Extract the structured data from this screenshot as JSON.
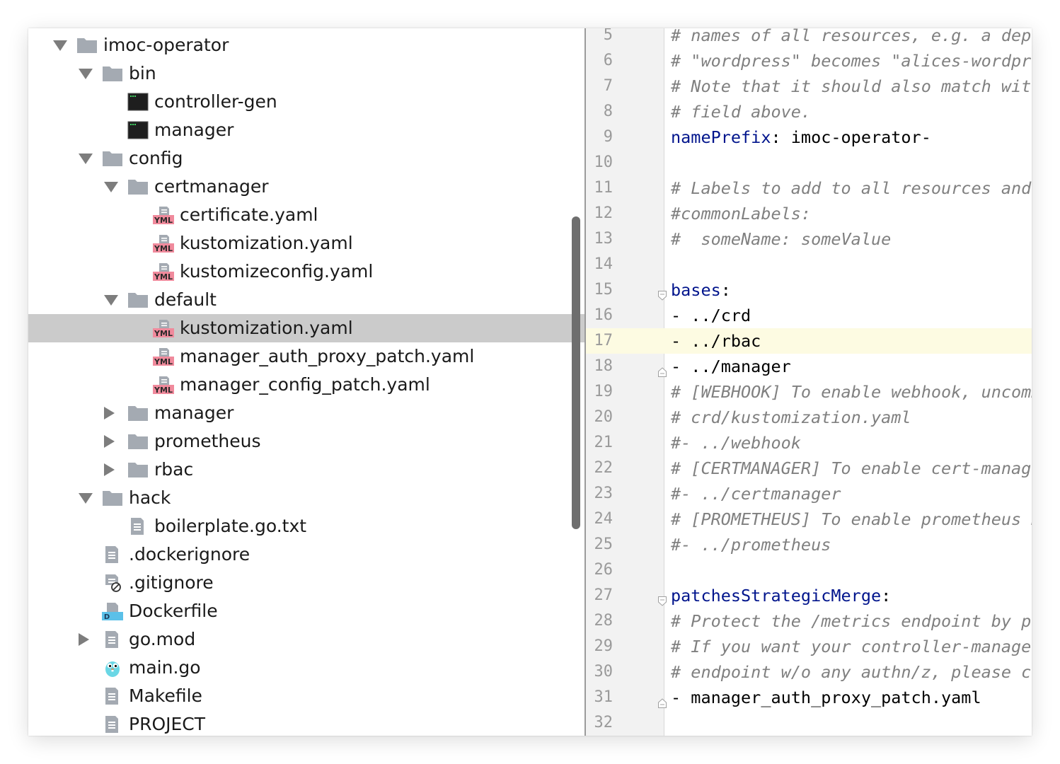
{
  "tree": {
    "items": [
      {
        "label": "imoc-operator",
        "type": "folder",
        "depth": 0,
        "arrow": "down"
      },
      {
        "label": "bin",
        "type": "folder",
        "depth": 1,
        "arrow": "down"
      },
      {
        "label": "controller-gen",
        "type": "exec",
        "depth": 2,
        "arrow": ""
      },
      {
        "label": "manager",
        "type": "exec",
        "depth": 2,
        "arrow": ""
      },
      {
        "label": "config",
        "type": "folder",
        "depth": 1,
        "arrow": "down"
      },
      {
        "label": "certmanager",
        "type": "folder",
        "depth": 2,
        "arrow": "down"
      },
      {
        "label": "certificate.yaml",
        "type": "yaml",
        "depth": 3,
        "arrow": ""
      },
      {
        "label": "kustomization.yaml",
        "type": "yaml",
        "depth": 3,
        "arrow": ""
      },
      {
        "label": "kustomizeconfig.yaml",
        "type": "yaml",
        "depth": 3,
        "arrow": ""
      },
      {
        "label": "default",
        "type": "folder",
        "depth": 2,
        "arrow": "down"
      },
      {
        "label": "kustomization.yaml",
        "type": "yaml",
        "depth": 3,
        "arrow": "",
        "selected": true
      },
      {
        "label": "manager_auth_proxy_patch.yaml",
        "type": "yaml",
        "depth": 3,
        "arrow": ""
      },
      {
        "label": "manager_config_patch.yaml",
        "type": "yaml",
        "depth": 3,
        "arrow": ""
      },
      {
        "label": "manager",
        "type": "folder",
        "depth": 2,
        "arrow": "right"
      },
      {
        "label": "prometheus",
        "type": "folder",
        "depth": 2,
        "arrow": "right"
      },
      {
        "label": "rbac",
        "type": "folder",
        "depth": 2,
        "arrow": "right"
      },
      {
        "label": "hack",
        "type": "folder",
        "depth": 1,
        "arrow": "down"
      },
      {
        "label": "boilerplate.go.txt",
        "type": "text",
        "depth": 2,
        "arrow": ""
      },
      {
        "label": ".dockerignore",
        "type": "text",
        "depth": 1,
        "arrow": ""
      },
      {
        "label": ".gitignore",
        "type": "ignore",
        "depth": 1,
        "arrow": ""
      },
      {
        "label": "Dockerfile",
        "type": "docker",
        "depth": 1,
        "arrow": ""
      },
      {
        "label": "go.mod",
        "type": "text",
        "depth": 1,
        "arrow": "right"
      },
      {
        "label": "main.go",
        "type": "go",
        "depth": 1,
        "arrow": ""
      },
      {
        "label": "Makefile",
        "type": "text",
        "depth": 1,
        "arrow": ""
      },
      {
        "label": "PROJECT",
        "type": "text",
        "depth": 1,
        "arrow": ""
      }
    ],
    "yml_badge": "YML",
    "docker_badge": "D"
  },
  "editor": {
    "current_line": 17,
    "lines": [
      {
        "num": "5",
        "parts": [
          {
            "t": "# names of all resources, e.g. a depl",
            "c": "comment"
          }
        ]
      },
      {
        "num": "6",
        "parts": [
          {
            "t": "# \"wordpress\" becomes \"alices-wordpre",
            "c": "comment"
          }
        ]
      },
      {
        "num": "7",
        "parts": [
          {
            "t": "# Note that it should also match with",
            "c": "comment"
          }
        ]
      },
      {
        "num": "8",
        "parts": [
          {
            "t": "# field above.",
            "c": "comment"
          }
        ]
      },
      {
        "num": "9",
        "parts": [
          {
            "t": "namePrefix",
            "c": "key"
          },
          {
            "t": ": ",
            "c": "punc"
          },
          {
            "t": "imoc-operator-",
            "c": "val"
          }
        ]
      },
      {
        "num": "10",
        "parts": []
      },
      {
        "num": "11",
        "parts": [
          {
            "t": "# Labels to add to all resources and",
            "c": "comment"
          }
        ]
      },
      {
        "num": "12",
        "parts": [
          {
            "t": "#commonLabels:",
            "c": "comment"
          }
        ]
      },
      {
        "num": "13",
        "parts": [
          {
            "t": "#  someName: someValue",
            "c": "comment"
          }
        ]
      },
      {
        "num": "14",
        "parts": []
      },
      {
        "num": "15",
        "fold": "open",
        "parts": [
          {
            "t": "bases",
            "c": "key"
          },
          {
            "t": ":",
            "c": "punc"
          }
        ]
      },
      {
        "num": "16",
        "parts": [
          {
            "t": "- ../crd",
            "c": "val"
          }
        ]
      },
      {
        "num": "17",
        "parts": [
          {
            "t": "- ../rbac",
            "c": "val"
          }
        ]
      },
      {
        "num": "18",
        "fold": "close",
        "parts": [
          {
            "t": "- ../manager",
            "c": "val"
          }
        ]
      },
      {
        "num": "19",
        "parts": [
          {
            "t": "# [WEBHOOK] To enable webhook, uncomm",
            "c": "comment"
          }
        ]
      },
      {
        "num": "20",
        "parts": [
          {
            "t": "# crd/kustomization.yaml",
            "c": "comment"
          }
        ]
      },
      {
        "num": "21",
        "parts": [
          {
            "t": "#- ../webhook",
            "c": "comment"
          }
        ]
      },
      {
        "num": "22",
        "parts": [
          {
            "t": "# [CERTMANAGER] To enable cert-manage",
            "c": "comment"
          }
        ]
      },
      {
        "num": "23",
        "parts": [
          {
            "t": "#- ../certmanager",
            "c": "comment"
          }
        ]
      },
      {
        "num": "24",
        "parts": [
          {
            "t": "# [PROMETHEUS] To enable prometheus m",
            "c": "comment"
          }
        ]
      },
      {
        "num": "25",
        "parts": [
          {
            "t": "#- ../prometheus",
            "c": "comment"
          }
        ]
      },
      {
        "num": "26",
        "parts": []
      },
      {
        "num": "27",
        "fold": "open",
        "parts": [
          {
            "t": "patchesStrategicMerge",
            "c": "key"
          },
          {
            "t": ":",
            "c": "punc"
          }
        ]
      },
      {
        "num": "28",
        "parts": [
          {
            "t": "# Protect the /metrics endpoint by pu",
            "c": "comment"
          }
        ]
      },
      {
        "num": "29",
        "parts": [
          {
            "t": "# If you want your controller-manager",
            "c": "comment"
          }
        ]
      },
      {
        "num": "30",
        "parts": [
          {
            "t": "# endpoint w/o any authn/z, please co",
            "c": "comment"
          }
        ]
      },
      {
        "num": "31",
        "fold": "close",
        "parts": [
          {
            "t": "- manager_auth_proxy_patch.yaml",
            "c": "val"
          }
        ]
      },
      {
        "num": "32",
        "parts": []
      }
    ]
  }
}
